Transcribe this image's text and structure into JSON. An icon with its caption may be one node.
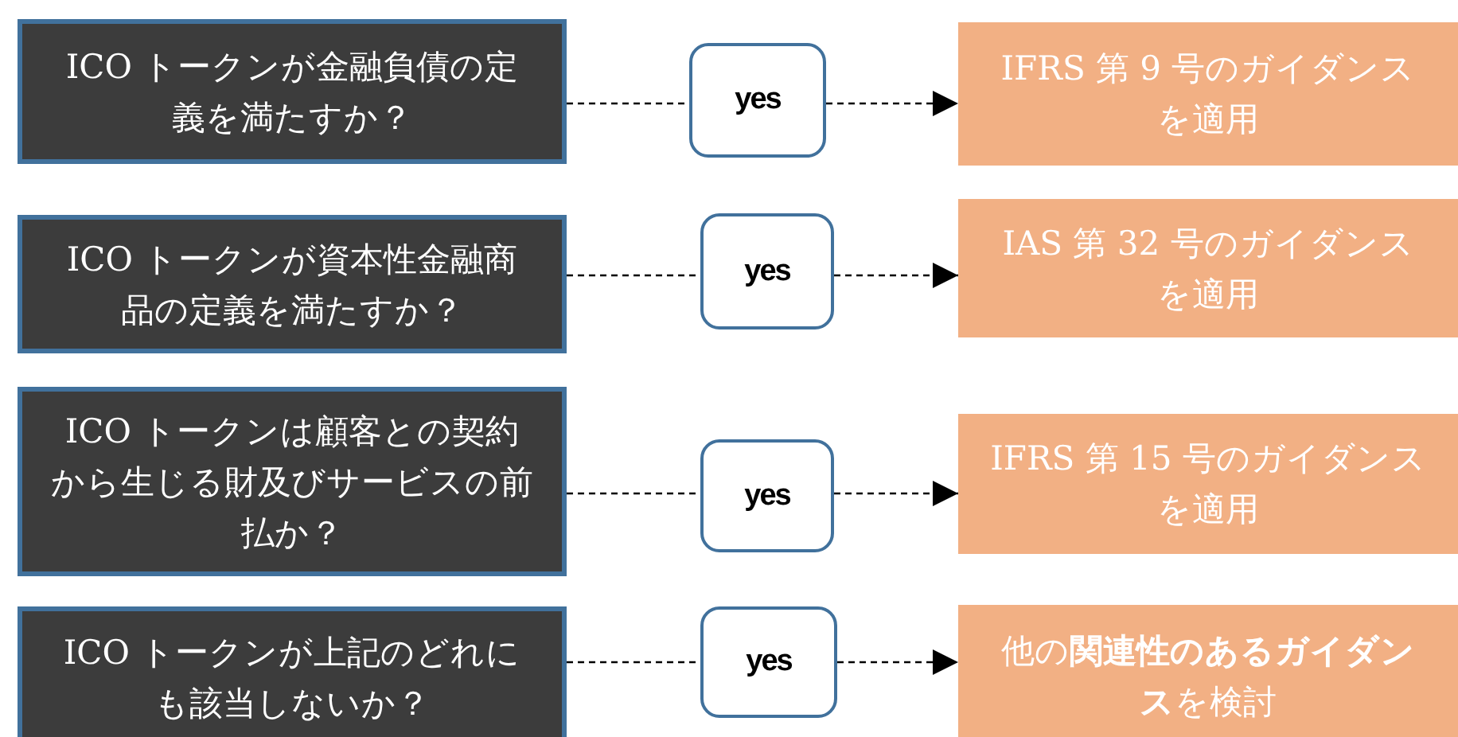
{
  "diagram": {
    "nodes": [
      {
        "text": [
          "ICO トークンが金融負債の定義を満たすか？"
        ]
      },
      {
        "text": [
          "yes"
        ]
      },
      {
        "text": [
          "IFRS 第 9 号のガイダンスを適用"
        ]
      },
      {
        "text": [
          "ICO トークンが資本性金融商品の定義を満たすか？"
        ]
      },
      {
        "text": [
          "yes"
        ]
      },
      {
        "text": [
          "IAS 第 32 号のガイダンスを適用"
        ]
      },
      {
        "text": [
          "ICO トークンは顧客との契約から生じる財及びサービスの前払か？"
        ]
      },
      {
        "text": [
          "yes"
        ]
      },
      {
        "text": [
          "IFRS 第 15 号のガイダンスを適用"
        ]
      },
      {
        "text": [
          "ICO トークンが上記のどれにも該当しないか？"
        ]
      },
      {
        "text": [
          "yes"
        ]
      },
      {
        "text": [
          "他の**関連性のあるガイダンス**を検討"
        ]
      }
    ],
    "edges": [
      {
        "from": 0,
        "to": 1,
        "arrow": "none",
        "style": "dashed"
      },
      {
        "from": 1,
        "to": 2,
        "arrow": "to",
        "style": "dashed"
      },
      {
        "from": 3,
        "to": 4,
        "arrow": "none",
        "style": "dashed"
      },
      {
        "from": 4,
        "to": 5,
        "arrow": "to",
        "style": "dashed"
      },
      {
        "from": 6,
        "to": 7,
        "arrow": "none",
        "style": "dashed"
      },
      {
        "from": 7,
        "to": 8,
        "arrow": "to",
        "style": "dashed"
      },
      {
        "from": 9,
        "to": 10,
        "arrow": "none",
        "style": "dashed"
      },
      {
        "from": 10,
        "to": 11,
        "arrow": "to",
        "style": "dashed"
      }
    ]
  }
}
